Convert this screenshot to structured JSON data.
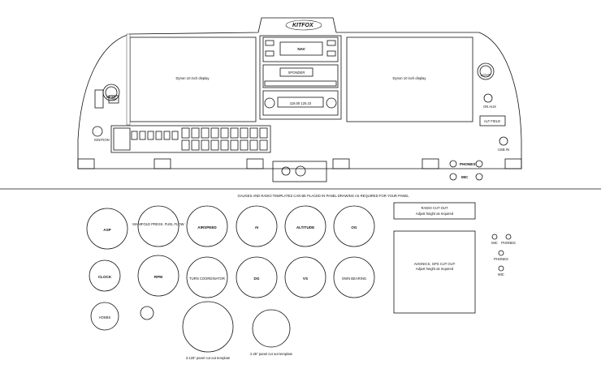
{
  "panel": {
    "logo_text": "KITFOX",
    "displays": {
      "left": "Dynon 10 inch display",
      "right": "Dynon 10 inch display"
    },
    "radio_stack": {
      "nav_label": "NAV",
      "xponder_label": "XPONDER",
      "com_readout": "118.00 125.10"
    },
    "left_knob_label": "LIGHT",
    "right_knob_label": "LIGHT",
    "pmi_label": "PMI",
    "ignition_label": "IGNITION",
    "right_small_label": "ON AUX",
    "right_switch_label": "ALT FIELD",
    "right_jack_label": "USB IN",
    "phones_label": "PHONES",
    "mic_label": "MIC"
  },
  "templates_note": "GAUGES AND RADIO TEMPLATES CAN BE PLACED IN PANEL DRAWING AS REQUIRED FOR YOUR PANEL",
  "gauges": [
    {
      "label": "ASP"
    },
    {
      "label": "MANIFOLD PRESS. FUEL FLOW"
    },
    {
      "label": "AIRSPEED"
    },
    {
      "label": "AI"
    },
    {
      "label": "ALTITUDE"
    },
    {
      "label": "OG"
    },
    {
      "label": "CLOCK"
    },
    {
      "label": "RPM"
    },
    {
      "label": "TURN COORDINATOR"
    },
    {
      "label": "DG"
    },
    {
      "label": "VS"
    },
    {
      "label": "OWN BEARING"
    },
    {
      "label": "HOBBS"
    },
    {
      "label": "3.125\" panel cut out template"
    },
    {
      "label": "2.25\" panel cut out template"
    }
  ],
  "cutouts": {
    "radio_title": "RADIO CUT OUT",
    "radio_sub": "Adjust height as required",
    "avionics_title": "AVIONICS, GPS CUT OUT",
    "avionics_sub": "Adjust height as required"
  },
  "jacks": [
    {
      "label": "MIC"
    },
    {
      "label": "PHONES"
    },
    {
      "label": "PHONES"
    },
    {
      "label": "MIC"
    }
  ]
}
